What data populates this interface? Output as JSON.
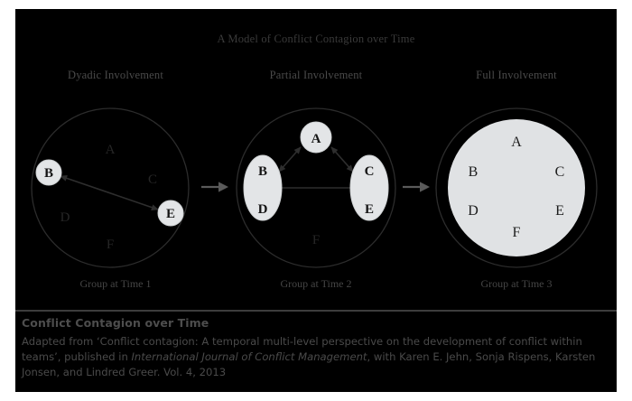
{
  "figure": {
    "title": "A Model of Conflict Contagion over Time",
    "column_headers": [
      "Dyadic Involvement",
      "Partial Involvement",
      "Full Involvement"
    ],
    "column_footers": [
      "Group at Time 1",
      "Group at Time 2",
      "Group at Time 3"
    ],
    "members": [
      "A",
      "B",
      "C",
      "D",
      "E",
      "F"
    ],
    "colors": {
      "panel_background": "#000000",
      "title_text": "#3a3a3a",
      "header_text": "#4a4a4a",
      "active_node_fill": "#e3e5e7",
      "inactive_member_text": "#262626",
      "active_member_text": "#1a1a1a",
      "outline": "#303030",
      "arrow": "#4a4a4a",
      "stage_arrow": "#5a5a5a"
    },
    "groups": [
      {
        "id": "group-time-1",
        "label": "Group at Time 1",
        "header": "Dyadic Involvement",
        "active_members": [
          "B",
          "E"
        ],
        "inactive_members": [
          "A",
          "C",
          "D",
          "F"
        ],
        "links": [
          {
            "from": "B",
            "to": "E",
            "type": "bidirectional"
          }
        ]
      },
      {
        "id": "group-time-2",
        "label": "Group at Time 2",
        "header": "Partial Involvement",
        "clusters": [
          [
            "A"
          ],
          [
            "B",
            "D"
          ],
          [
            "C",
            "E"
          ]
        ],
        "inactive_members": [
          "F"
        ],
        "links": [
          {
            "from": "A",
            "to": "BD",
            "type": "bidirectional"
          },
          {
            "from": "A",
            "to": "CE",
            "type": "bidirectional"
          },
          {
            "from": "BD",
            "to": "CE",
            "type": "bidirectional"
          }
        ]
      },
      {
        "id": "group-time-3",
        "label": "Group at Time 3",
        "header": "Full Involvement",
        "clusters": [
          [
            "A",
            "B",
            "C",
            "D",
            "E",
            "F"
          ]
        ],
        "inactive_members": [],
        "links": []
      }
    ],
    "stage_arrows": [
      "arrow-group1-to-group2",
      "arrow-group2-to-group3"
    ]
  },
  "caption": {
    "title": "Conflict Contagion over Time",
    "body_part1": "Adapted from ‘Conflict contagion: A temporal multi-level perspective on the development of conflict within teams’, published in ",
    "journal": "International Journal of Conflict Management",
    "body_part2": ", with Karen E. Jehn, Sonja Rispens, Karsten Jonsen, and Lindred Greer. Vol. 4, 2013"
  }
}
